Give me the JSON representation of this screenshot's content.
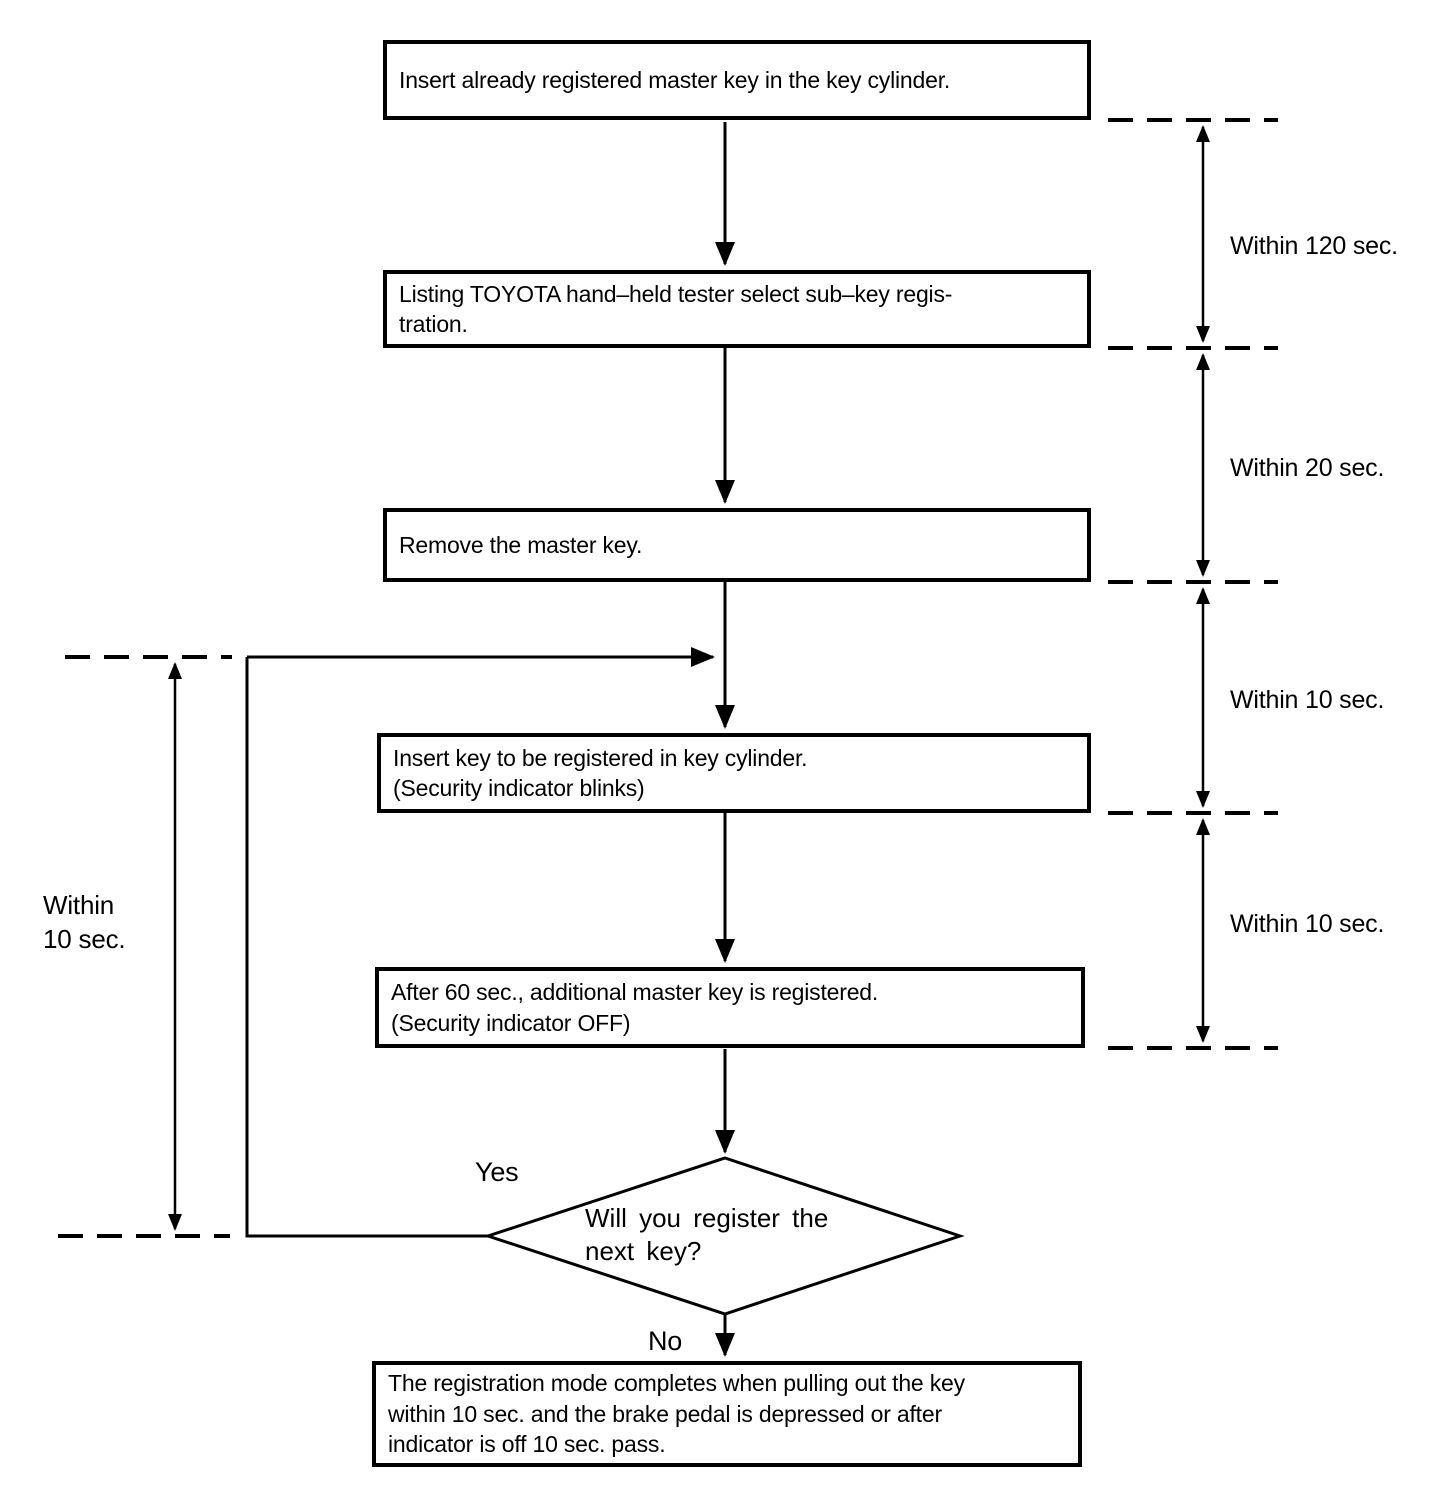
{
  "colors": {
    "ink": "#000000",
    "paper": "#ffffff"
  },
  "flowchart": {
    "steps": [
      {
        "text": "Insert already registered master key in the key cylinder."
      },
      {
        "text": "Listing TOYOTA hand–held tester select sub–key regis-\ntration."
      },
      {
        "text": "Remove the master key."
      },
      {
        "text": "Insert key to be registered in key cylinder.\n(Security indicator blinks)"
      },
      {
        "text": "After 60 sec., additional master key is registered.\n(Security indicator OFF)"
      },
      {
        "text": "The registration mode completes when pulling out the key\nwithin 10 sec. and the brake pedal is depressed or after\nindicator is off 10 sec. pass."
      }
    ],
    "decision": {
      "text": "Will you register the\nnext key?",
      "yes_label": "Yes",
      "no_label": "No"
    },
    "timing_labels": {
      "left": "Within\n10 sec.",
      "right": [
        "Within 120 sec.",
        "Within 20 sec.",
        "Within 10 sec.",
        "Within 10 sec."
      ]
    }
  }
}
